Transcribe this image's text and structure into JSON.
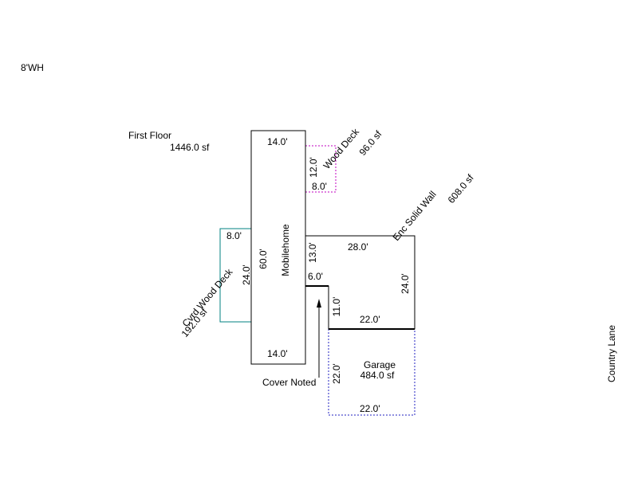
{
  "header": {
    "code": "8'WH"
  },
  "floor_summary": {
    "label": "First Floor",
    "area": "1446.0 sf"
  },
  "mobilehome": {
    "name": "Mobilehome",
    "top_width": "14.0'",
    "bottom_width": "14.0'",
    "length": "60.0'"
  },
  "wood_deck": {
    "name": "Wood Deck",
    "area": "96.0 sf",
    "side": "12.0'",
    "bottom": "8.0'"
  },
  "covered_deck": {
    "name": "Cvrd Wood Deck",
    "area": "192.0 sf",
    "top": "8.0'",
    "side": "24.0'"
  },
  "enclosed_wall": {
    "name": "Enc Solid Wall",
    "area": "608.0 sf",
    "top": "28.0'",
    "left_upper": "13.0'",
    "step": "6.0'",
    "left_lower": "11.0'",
    "right": "24.0'",
    "bottom": "22.0'"
  },
  "garage": {
    "name": "Garage",
    "area": "484.0 sf",
    "side": "22.0'",
    "bottom": "22.0'"
  },
  "cover_note": "Cover Noted",
  "street": "Country Lane",
  "colors": {
    "outline": "#000000",
    "wood_deck": "#c000c0",
    "covered_deck": "#008080",
    "garage": "#2020c0"
  }
}
